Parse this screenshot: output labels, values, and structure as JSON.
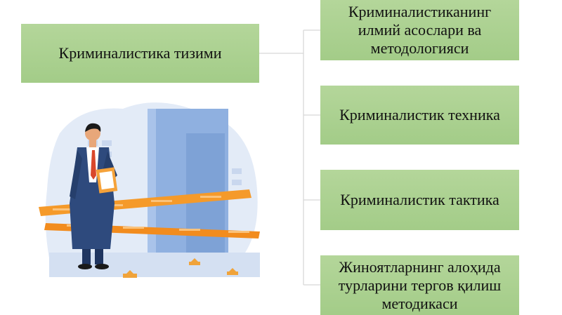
{
  "root": {
    "label": "Криминалистика тизими"
  },
  "branches": [
    {
      "label": "Криминалистиканинг\nилмий асослари ва\nметодологияси"
    },
    {
      "label": "Криминалистик техника"
    },
    {
      "label": "Криминалистик тактика"
    },
    {
      "label": "Жиноятларнинг алоҳида\nтурларини тергов қилиш\nметодикаси"
    }
  ],
  "colors": {
    "box_fill": "#a9d08e",
    "connector": "#d9d9d9",
    "tape": "#f59a2a",
    "suit": "#2e4a7d"
  },
  "illustration": {
    "icon": "detective-crime-scene-illustration"
  }
}
